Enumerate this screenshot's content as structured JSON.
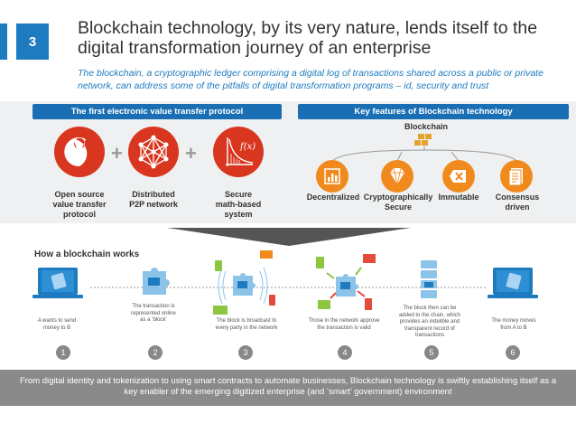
{
  "slide_number": "3",
  "title": "Blockchain technology, by its very nature, lends itself to the digital transformation journey of an enterprise",
  "subtitle": "The blockchain, a cryptographic ledger comprising a digital log of transactions shared across a public or private network, can address some of the pitfalls of digital transformation programs – id, security and trust",
  "left_panel": {
    "header": "The first electronic value transfer protocol",
    "items": [
      {
        "label_line1": "Open source",
        "label_line2": "value transfer",
        "label_line3": "protocol",
        "icon": "open-source-icon"
      },
      {
        "label_line1": "Distributed",
        "label_line2": "P2P network",
        "icon": "network-icon"
      },
      {
        "label_line1": "Secure",
        "label_line2": "math-based",
        "label_line3": "system",
        "icon": "math-graph-icon",
        "formula": "f(x)"
      }
    ]
  },
  "right_panel": {
    "header": "Key features of Blockchain technology",
    "center_label": "Blockchain",
    "features": [
      {
        "label_line1": "Decentralized",
        "icon": "bar-chart-icon"
      },
      {
        "label_line1": "Cryptographically",
        "label_line2": "Secure",
        "icon": "diamond-icon"
      },
      {
        "label_line1": "Immutable",
        "icon": "no-edit-icon"
      },
      {
        "label_line1": "Consensus",
        "label_line2": "driven",
        "icon": "document-icon"
      }
    ]
  },
  "how_it_works": {
    "title": "How a blockchain works",
    "steps": [
      {
        "number": "1",
        "text_line1": "A wants to send",
        "text_line2": "money to B"
      },
      {
        "number": "2",
        "text_line1": "The transaction is",
        "text_line2": "represented online",
        "text_line3": "as a ‘block’"
      },
      {
        "number": "3",
        "text_line1": "The block is broadcast to",
        "text_line2": "every party in the network"
      },
      {
        "number": "4",
        "text_line1": "Those in the network approve",
        "text_line2": "the transaction is valid"
      },
      {
        "number": "5",
        "text_line1": "The block then can be",
        "text_line2": "added to the chain, which",
        "text_line3": "provides an indelible and",
        "text_line4": "transparent record of",
        "text_line5": "transactions"
      },
      {
        "number": "6",
        "text_line1": "The money moves",
        "text_line2": "from A to B"
      }
    ]
  },
  "footer": "From digital identity and tokenization to using smart contracts to automate businesses, Blockchain technology is swiftly establishing itself as a key enabler of the emerging digitized enterprise (and ‘smart’ government) environment",
  "colors": {
    "primary_blue": "#1f7bbf",
    "dark_blue": "#1a6fb4",
    "red": "#d9361f",
    "orange": "#f08a1d",
    "footer_gray": "#8a8a8a",
    "light_blue": "#8cc3e8"
  }
}
